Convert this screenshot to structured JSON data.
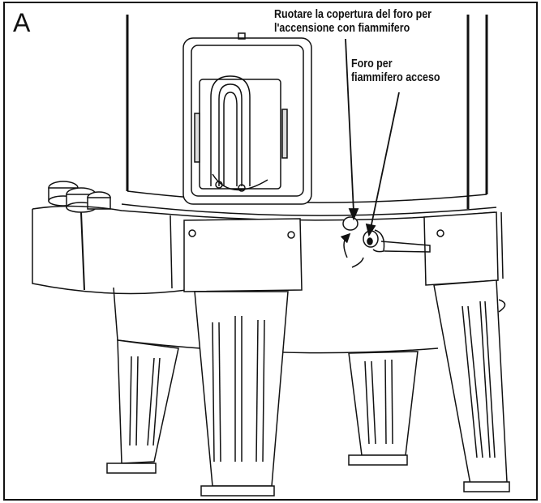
{
  "figure": {
    "panel_label": "A",
    "callouts": [
      {
        "line1": "Ruotare la copertura del foro per",
        "line2": "l'accensione con fiammifero"
      },
      {
        "line1": "Foro per",
        "line2": "fiammifero acceso"
      }
    ]
  },
  "colors": {
    "line": "#111111",
    "background": "#ffffff",
    "shade": "#e6e6e6"
  }
}
